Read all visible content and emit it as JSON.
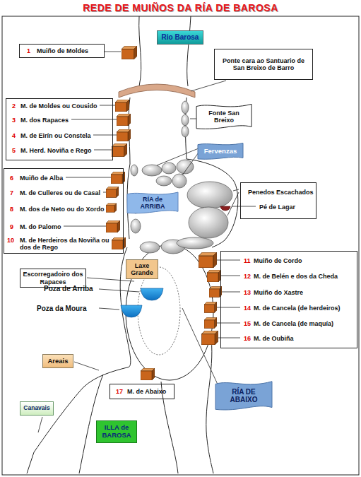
{
  "diagram": {
    "title": "REDE DE MUIÑOS DA RÍA DE BAROSA",
    "nodes": [
      {
        "text": [
          "Rio Barosa"
        ]
      },
      {
        "text": [
          "1",
          "Muiño de Moldes"
        ]
      },
      {
        "text": [
          "Ponte cara ao Santuario de San Breixo de Barro"
        ]
      },
      {
        "text": [
          "Fonte San Breixo"
        ]
      },
      {
        "text": [
          "2",
          "M. de Moldes ou Cousido",
          "3",
          "M. dos Rapaces",
          "4",
          "M. de Eirín ou Constela",
          "5",
          "M. Herd. Noviña e Rego"
        ]
      },
      {
        "text": [
          "Fervenzas"
        ]
      },
      {
        "text": [
          "6",
          "Muiño de Alba",
          "7",
          "M. de Culleres ou de Casal",
          "8",
          "M. dos de Neto ou do Xordo",
          "9",
          "M. do Palomo",
          "10",
          "M. de Herdeiros da Noviña ou dos de Rego"
        ]
      },
      {
        "text": [
          "RÍA de ARRIBA"
        ]
      },
      {
        "text": [
          "Penedos Escachados",
          "Pé de Lagar"
        ]
      },
      {
        "text": [
          "11",
          "Muiño de Cordo",
          "12",
          "M. de Belén e dos da Cheda",
          "13",
          "Muiño do Xastre",
          "14",
          "M. de Cancela (de herdeiros)",
          "15",
          "M. de Cancela (de maquía)",
          "16",
          "M. de Oubiña"
        ]
      },
      {
        "text": [
          "Laxe Grande"
        ]
      },
      {
        "text": [
          "Escorregadoiro dos Rapaces"
        ]
      },
      {
        "text": [
          "Areais"
        ]
      },
      {
        "text": [
          "17",
          "M. de Abaixo"
        ]
      },
      {
        "text": [
          "RÍA DE ABAIXO"
        ]
      },
      {
        "text": [
          "Canavais"
        ]
      },
      {
        "text": [
          "ILLA de BAROSA"
        ]
      }
    ],
    "labels": [
      "Poza de Arriba",
      "Poza da Moura"
    ]
  }
}
